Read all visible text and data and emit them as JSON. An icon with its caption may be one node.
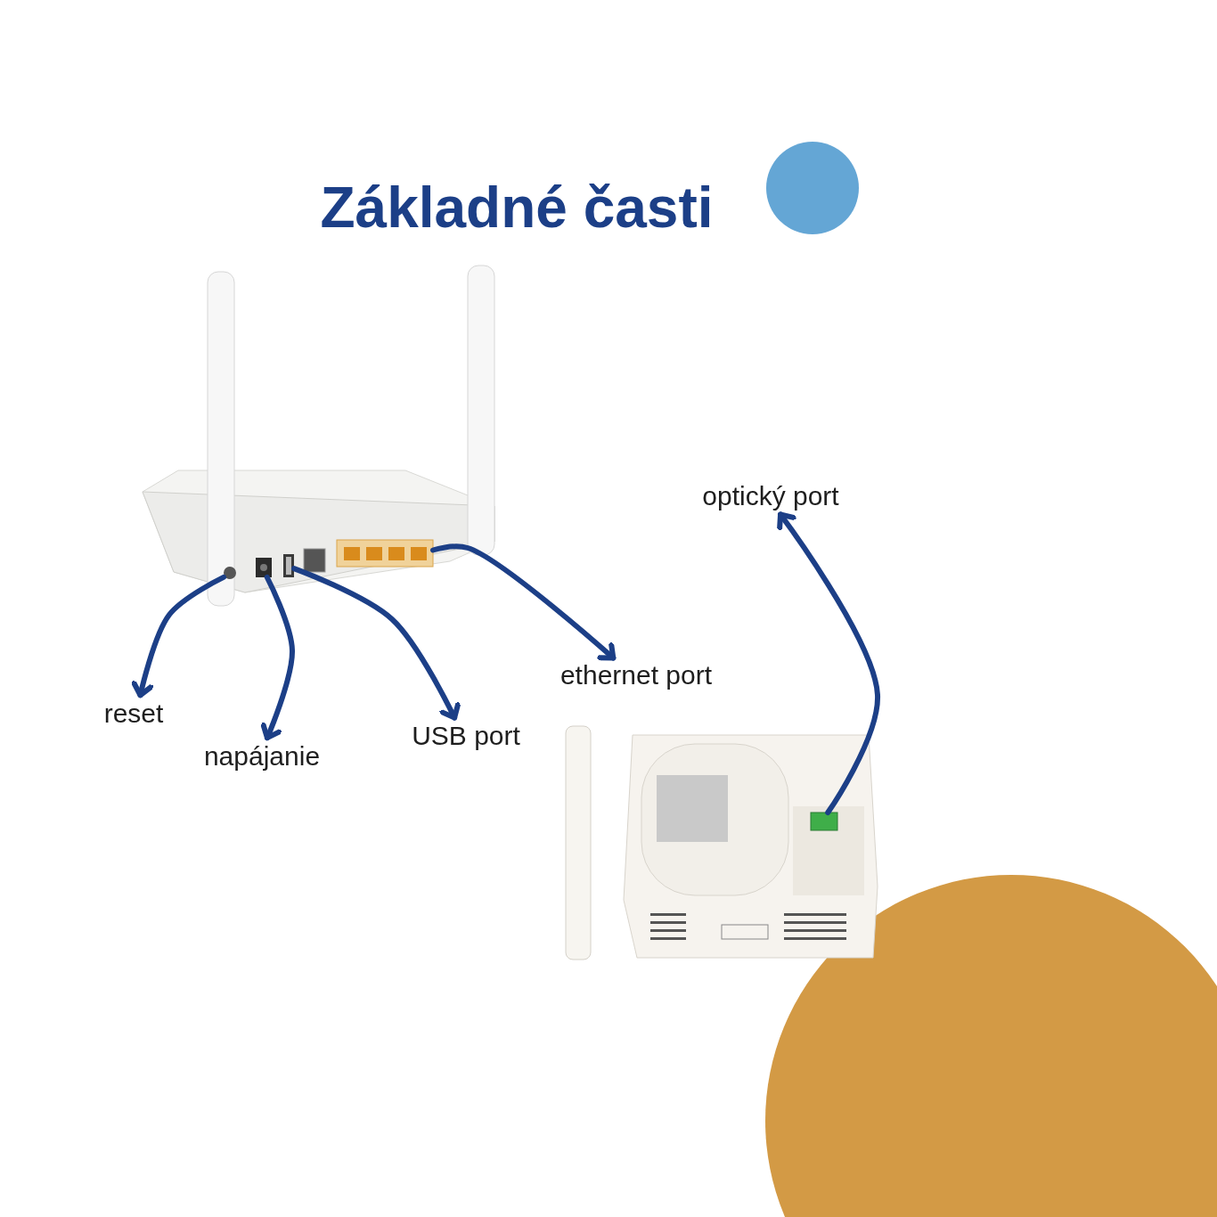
{
  "diagram": {
    "title": "Základné časti",
    "nodes": [
      {
        "text": [],
        "shape": "picture"
      },
      {
        "text": [],
        "shape": "circle",
        "in": 0
      },
      {
        "text": [],
        "shape": "box",
        "in": 0
      },
      {
        "text": [],
        "shape": "box",
        "in": 0
      },
      {
        "text": [],
        "shape": "box",
        "in": 0
      },
      {
        "text": [],
        "shape": "picture"
      },
      {
        "text": [],
        "shape": "box",
        "in": 5
      },
      {
        "text": [
          "reset"
        ]
      },
      {
        "text": [
          "napájanie"
        ]
      },
      {
        "text": [
          "USB port"
        ]
      },
      {
        "text": [
          "ethernet port"
        ]
      },
      {
        "text": [
          "optický port"
        ]
      }
    ],
    "edges": [
      {
        "from": 1,
        "to": 7,
        "arrow": "to"
      },
      {
        "from": 2,
        "to": 8,
        "arrow": "to"
      },
      {
        "from": 3,
        "to": 9,
        "arrow": "to"
      },
      {
        "from": 4,
        "to": 10,
        "arrow": "to"
      },
      {
        "from": 6,
        "to": 11,
        "arrow": "to"
      }
    ]
  }
}
